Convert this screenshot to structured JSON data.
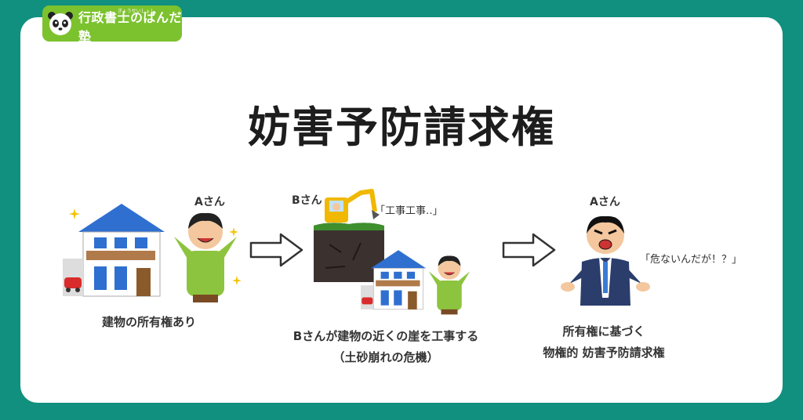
{
  "brand": {
    "name": "行政書士のぱんだ塾",
    "ruby": "ぎょうせいしょし"
  },
  "title": "妨害予防請求権",
  "scenes": [
    {
      "person_label": "Aさん",
      "caption_lines": [
        "建物の所有権あり"
      ]
    },
    {
      "person_label": "Bさん",
      "speech": "「工事工事‥」",
      "caption_lines": [
        "Bさんが建物の近くの崖を工事する",
        "（土砂崩れの危機）"
      ]
    },
    {
      "person_label": "Aさん",
      "speech": "「危ないんだが！？」",
      "caption_lines": [
        "所有権に基づく",
        "物権的 妨害予防請求権"
      ]
    }
  ],
  "colors": {
    "background": "#12907f",
    "brand_green": "#7cc22e",
    "roof_blue": "#2f6fd0",
    "shirt_green": "#8dc43f"
  }
}
